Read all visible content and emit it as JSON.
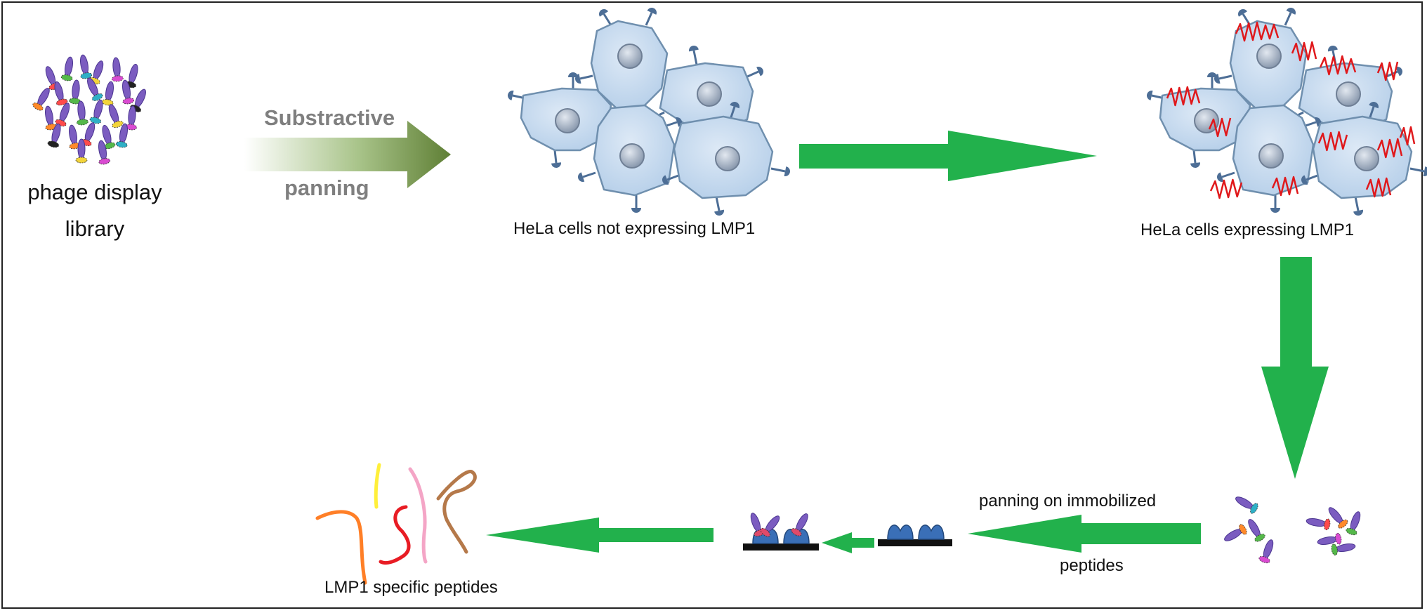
{
  "labels": {
    "library_line1": "phage display",
    "library_line2": "library",
    "substractive": "Substractive",
    "panning": "panning",
    "hela_not": "HeLa cells not expressing LMP1",
    "hela_expr": "HeLa cells expressing LMP1",
    "immob_line1": "panning on immobilized",
    "immob_line2": "peptides",
    "specific": "LMP1 specific peptides"
  },
  "colors": {
    "arrow_green": "#22b14c",
    "cell_fill": "#c6dcf1",
    "cell_stroke": "#6f8fae",
    "nucleus": "#9ba9bd",
    "receptor": "#4d6e96",
    "scribble_red": "#e0181b",
    "phage_purple": "#7b5cc0",
    "gradient_arrow_dark": "#5f7f35",
    "peptide_colors": [
      "#ff7f27",
      "#ffef3a",
      "#e81c24",
      "#f4a5c6",
      "#b5794a"
    ]
  }
}
